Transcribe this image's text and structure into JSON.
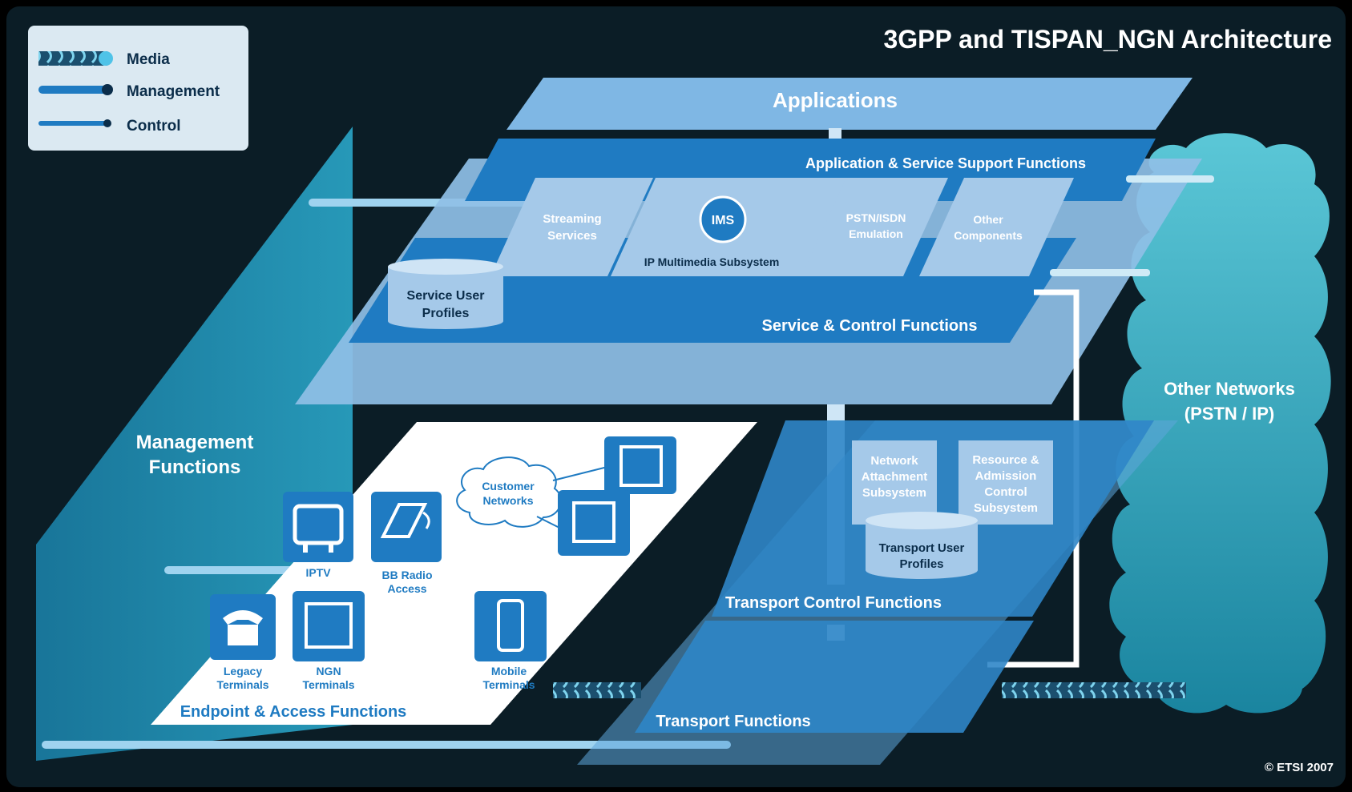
{
  "title": "3GPP and TISPAN_NGN Architecture",
  "copyright": "© ETSI 2007",
  "legend": {
    "media": "Media",
    "management": "Management",
    "control": "Control"
  },
  "layers": {
    "applications": "Applications",
    "app_service_support": "Application & Service Support Functions",
    "service_control": "Service & Control  Functions",
    "transport_control": "Transport Control Functions",
    "transport": "Transport Functions",
    "endpoint_access": "Endpoint & Access Functions"
  },
  "subsystems": {
    "streaming": [
      "Streaming",
      "Services"
    ],
    "ims_badge": "IMS",
    "ims": "IP Multimedia Subsystem",
    "pstn": [
      "PSTN/ISDN",
      "Emulation"
    ],
    "other": [
      "Other",
      "Components"
    ],
    "service_user_profiles": [
      "Service User",
      "Profiles"
    ],
    "nass": [
      "Network",
      "Attachment",
      "Subsystem"
    ],
    "racs": [
      "Resource &",
      "Admission",
      "Control",
      "Subsystem"
    ],
    "transport_user_profiles": [
      "Transport User",
      "Profiles"
    ]
  },
  "management": [
    "Management",
    "Functions"
  ],
  "other_networks": [
    "Other Networks",
    "(PSTN / IP)"
  ],
  "customer_networks": [
    "Customer",
    "Networks"
  ],
  "terminals": {
    "iptv": [
      "IPTV"
    ],
    "bb_radio": [
      "BB Radio",
      "Access"
    ],
    "legacy": [
      "Legacy",
      "Terminals"
    ],
    "ngn": [
      "NGN",
      "Terminals"
    ],
    "mobile": [
      "Mobile",
      "Terminals"
    ]
  },
  "colors": {
    "background": "#0b1d26",
    "panel_light": "#8fbfe6",
    "panel_mid": "#5fa5db",
    "panel_dark": "#1f7bc2",
    "cloud": "#2aa3b8",
    "management_wall": "#1e8fb0",
    "endpoint_panel": "#ffffff"
  }
}
